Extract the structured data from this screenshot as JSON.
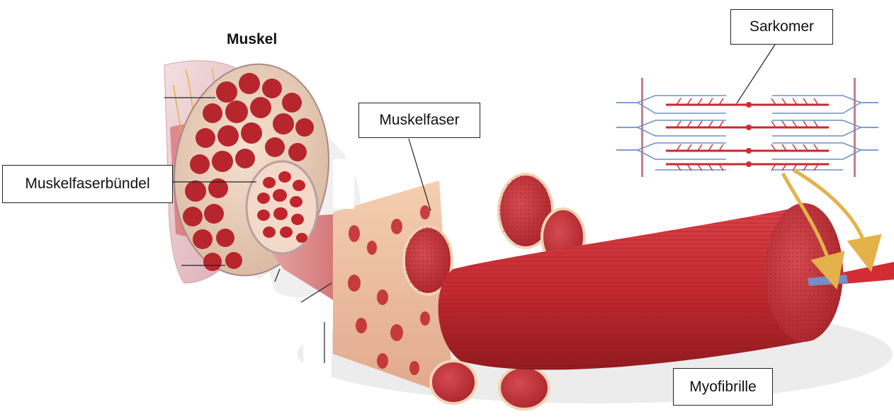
{
  "diagram": {
    "title": "Muskel",
    "labels": {
      "sarcomere": "Sarkomer",
      "muscle_fiber": "Muskelfaser",
      "fascicle": "Muskelfaserbündel",
      "myofibril": "Myofibrille"
    },
    "colors": {
      "muscle_red": "#c8242b",
      "dark_red": "#9a1a1e",
      "fascia_pink": "#e9c9cc",
      "connective_tissue": "#f1d3b6",
      "filament_blue": "#6f90c8",
      "z_line_pink": "#c98088",
      "arrow_gold": "#e3b24a"
    }
  }
}
